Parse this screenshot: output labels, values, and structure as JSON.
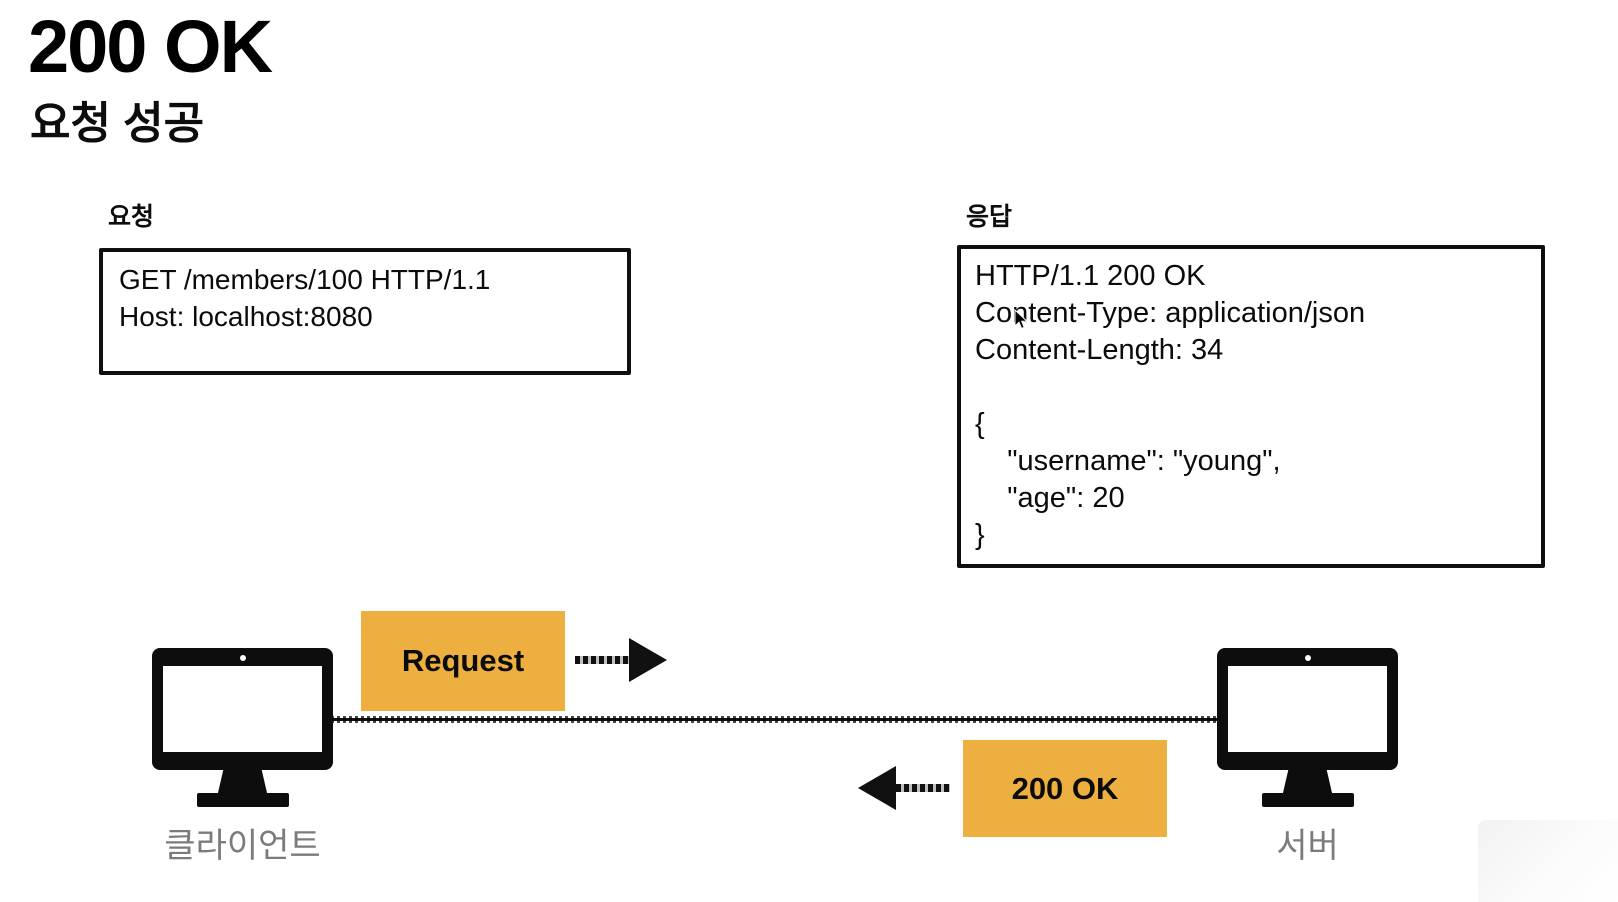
{
  "slide": {
    "title": "200 OK",
    "subtitle": "요청 성공"
  },
  "request_section": {
    "caption": "요청",
    "message": "GET /members/100 HTTP/1.1\nHost: localhost:8080"
  },
  "response_section": {
    "caption": "응답",
    "message": "HTTP/1.1 200 OK\nContent-Type: application/json\nContent-Length: 34\n\n{\n    \"username\": \"young\",\n    \"age\": 20\n}"
  },
  "diagram": {
    "client_label": "클라이언트",
    "server_label": "서버",
    "request_tag": "Request",
    "response_tag": "200 OK",
    "accent_color": "#eeaf41",
    "label_color": "#7b7b7b",
    "ink_color": "#111111"
  }
}
